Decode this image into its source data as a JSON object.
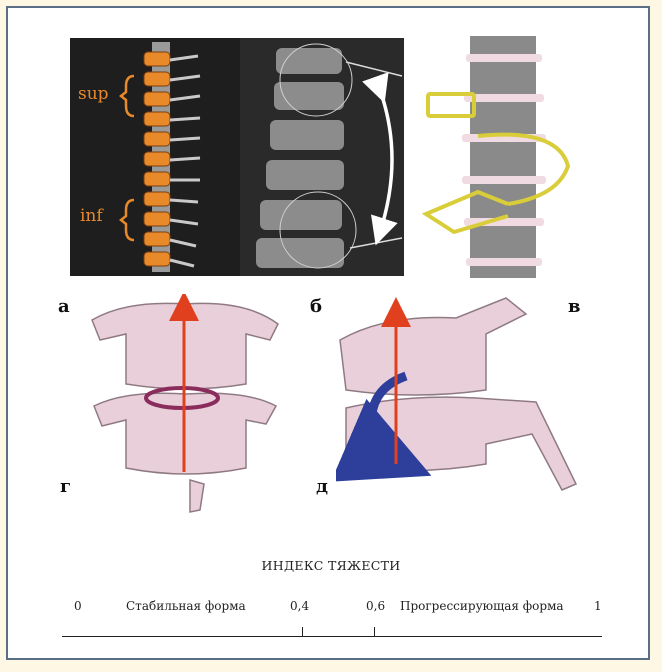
{
  "panel_a": {
    "sup": "sup",
    "inf": "inf"
  },
  "labels": {
    "a": "а",
    "b": "б",
    "v": "в",
    "g": "г",
    "d": "д"
  },
  "severity_scale": {
    "title": "ИНДЕКС ТЯЖЕСТИ",
    "zero": "0",
    "stable": "Стабильная форма",
    "t04": "0,4",
    "t06": "0,6",
    "progressive": "Прогрессирующая форма",
    "one": "1"
  },
  "colors": {
    "frame": "#5a6f86",
    "orange": "#e88a2a",
    "vertebra": "#e8cfd9",
    "yellow": "#e0d34a",
    "red_arrow": "#e0401e",
    "blue_arrow": "#2d3f9a"
  }
}
